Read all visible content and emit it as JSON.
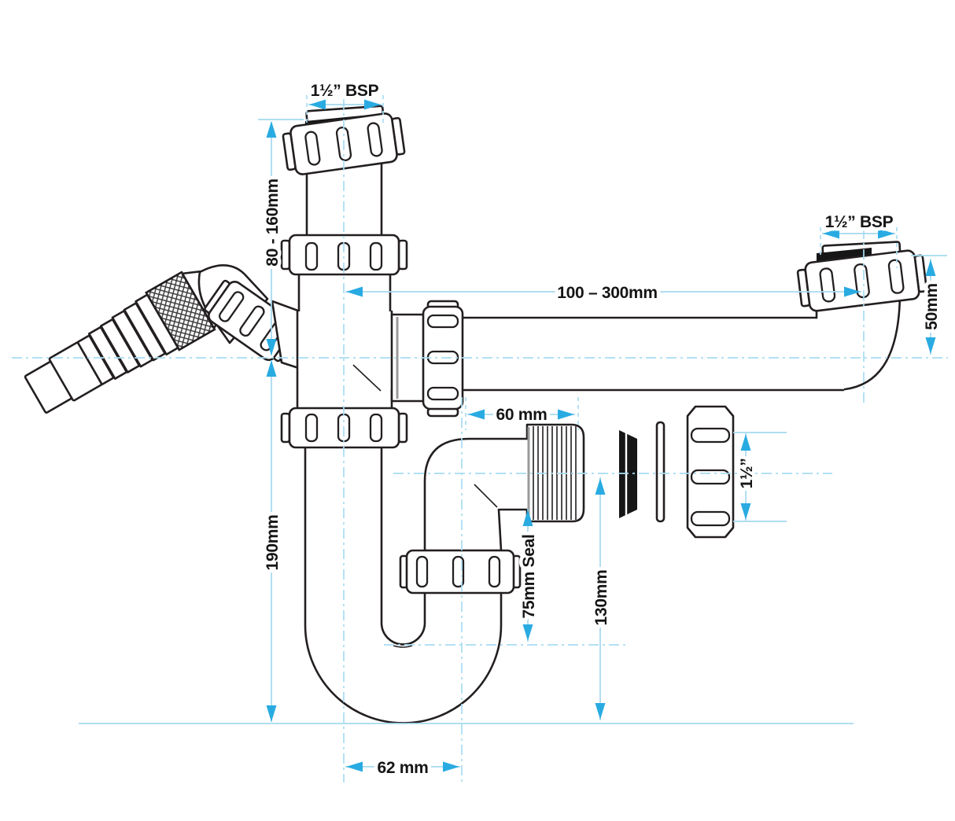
{
  "diagram": {
    "type": "technical-drawing",
    "subject": "Adjustable sink trap with washing machine hose inlet, swivel outlet elbow and spare nut/washers",
    "colors": {
      "line": "#231f20",
      "dimension_arrow": "#29abe2",
      "dimension_line": "#a5d9ef",
      "text": "#151515",
      "background": "#ffffff"
    },
    "labels": {
      "top_thread": "1½” BSP",
      "inlet_adjust": "80 - 160mm",
      "right_thread": "1½” BSP",
      "outlet_extension": "100 – 300mm",
      "right_offset": "50mm",
      "spigot_length": "60 mm",
      "nut_bore": "1½”",
      "trap_depth": "190mm",
      "seal_depth": "75mm Seal",
      "outlet_drop": "130mm",
      "bend_width": "62 mm"
    }
  }
}
